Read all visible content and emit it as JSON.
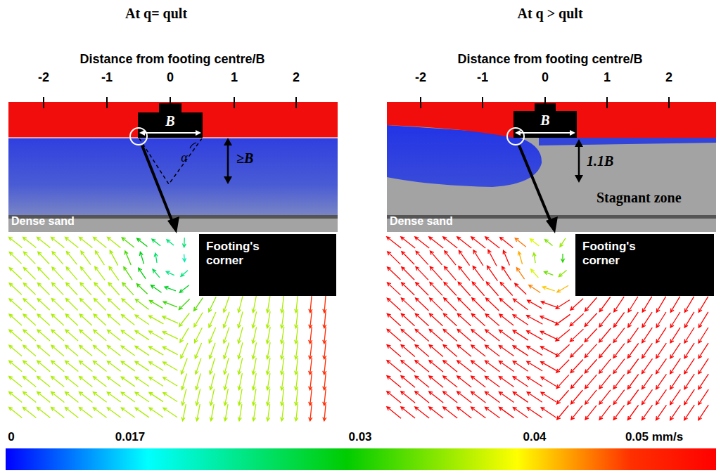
{
  "diagram": {
    "nodes": [
      {
        "text": [
          "Footing's corner"
        ]
      },
      {
        "text": [
          "Footing's corner"
        ]
      }
    ],
    "labels": [
      "At q= qult",
      "At q > qult",
      "Distance from footing centre/B",
      "-2",
      "-1",
      "0",
      "1",
      "2",
      "Distance from footing centre/B",
      "-2",
      "-1",
      "0",
      "1",
      "2",
      "B",
      "α",
      "≥B",
      "Dense sand",
      "B",
      "1.1B",
      "Stagnant zone",
      "Dense sand",
      "0",
      "0.017",
      "0.03",
      "0.04",
      "0.05 mm/s"
    ]
  }
}
